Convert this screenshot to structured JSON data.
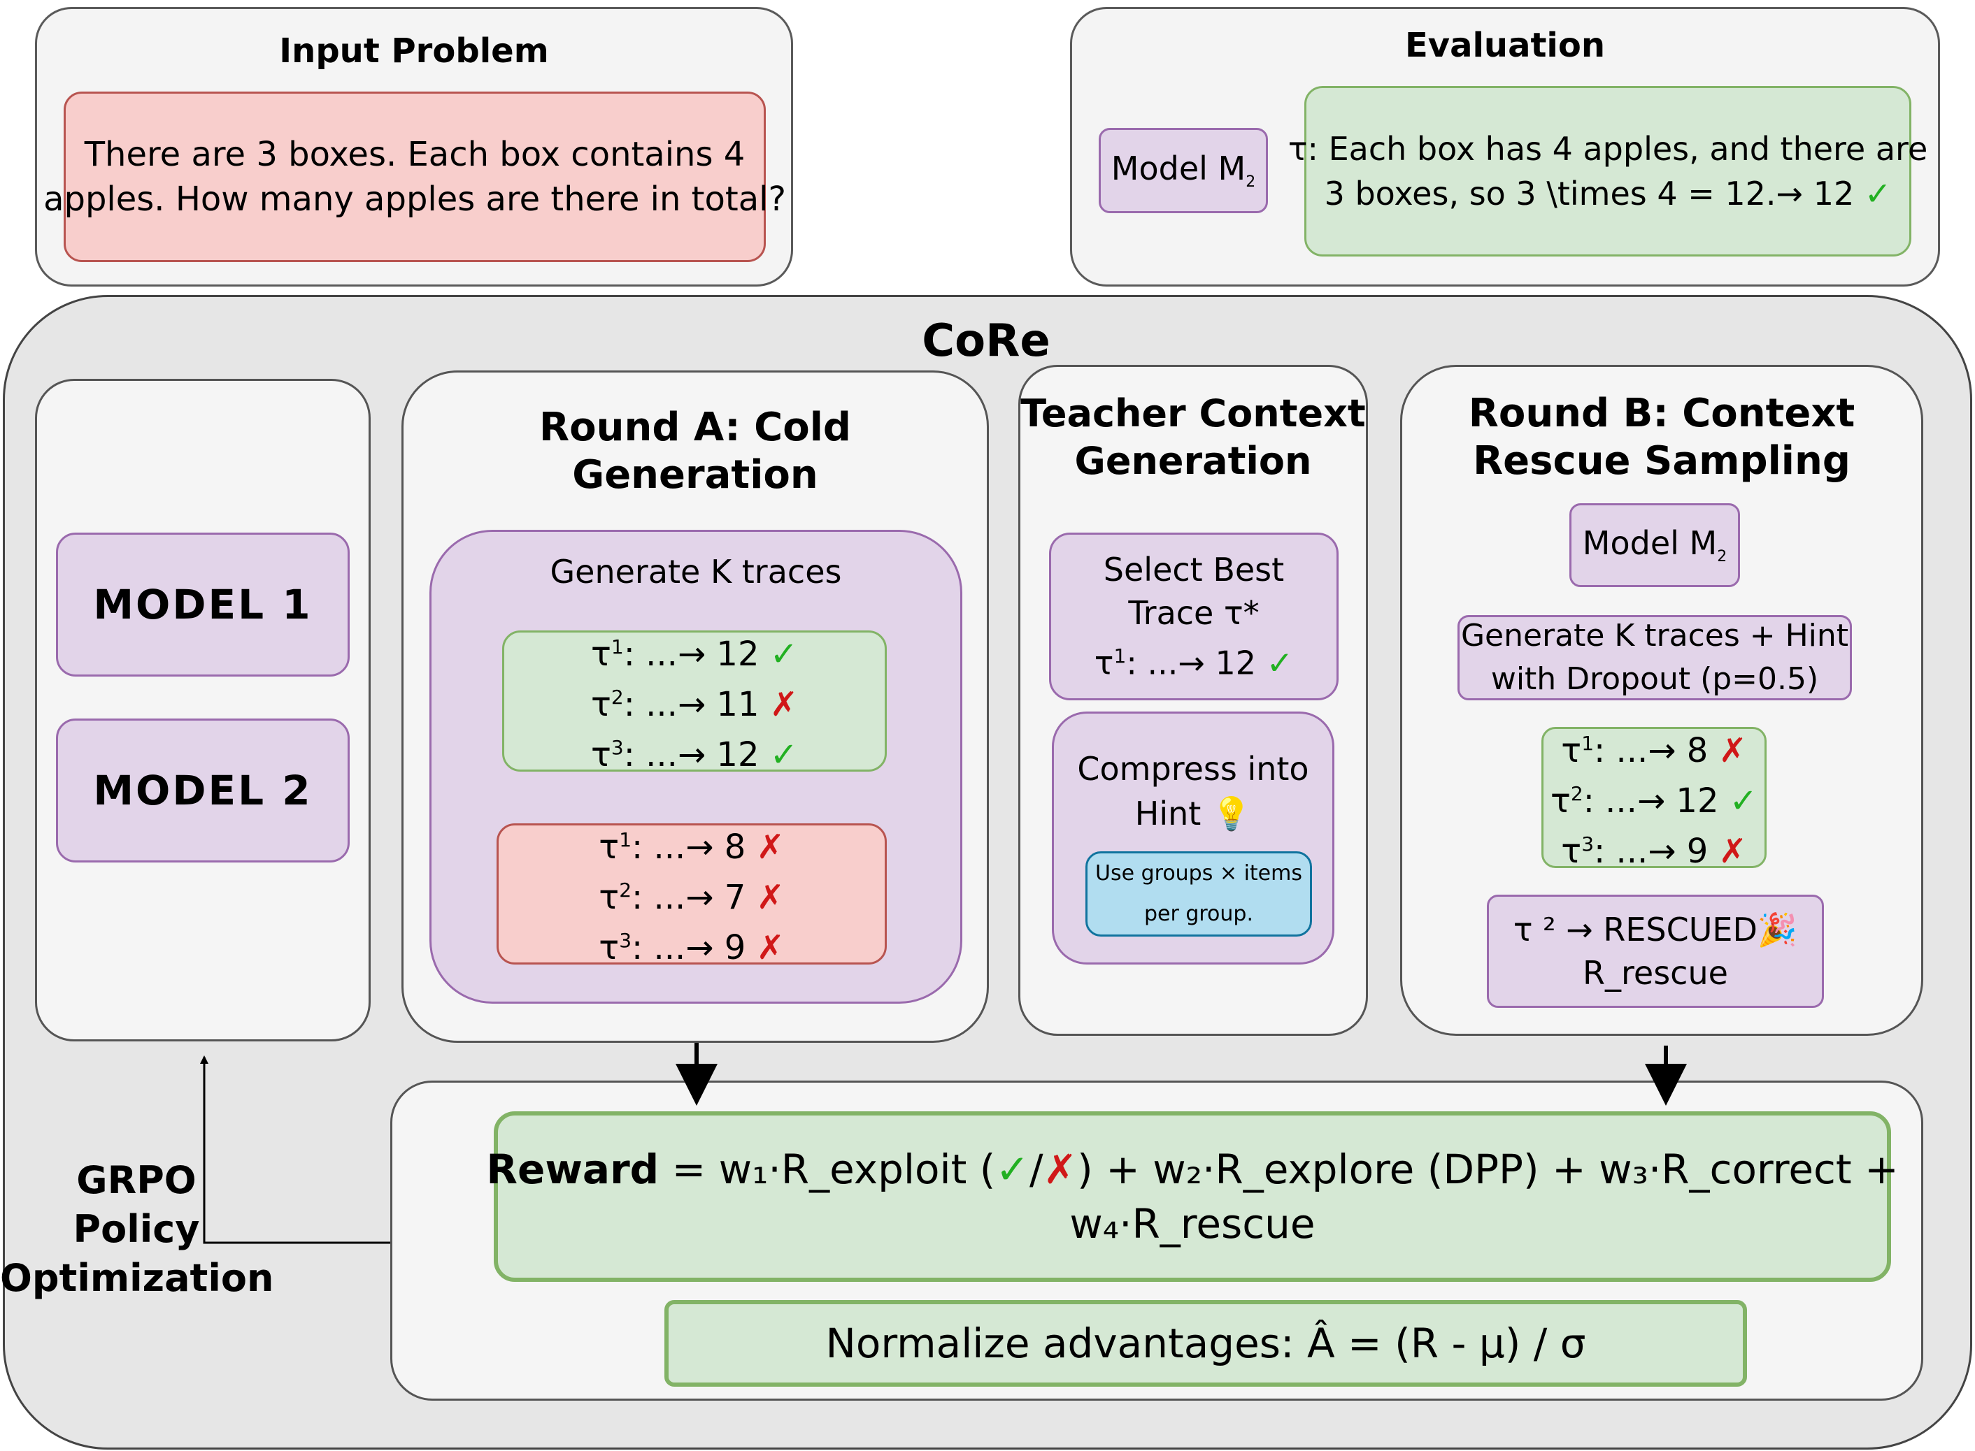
{
  "input_problem": {
    "title": "Input Problem",
    "lines": [
      "There are 3 boxes. Each box contains 4",
      "apples. How many apples are there in total?"
    ]
  },
  "evaluation": {
    "title": "Evaluation",
    "model_label": "Model M",
    "model_sub": "2",
    "trace_line1": "τ: Each box has 4 apples, and there are",
    "trace_line2": "3 boxes, so 3 \\times 4 = 12.→ 12",
    "trace_mark": "✓"
  },
  "core": {
    "title": "CoRe",
    "models": [
      "MODEL 1",
      "MODEL 2"
    ],
    "round_a": {
      "title_lines": [
        "Round A: Cold",
        "Generation"
      ],
      "generate_label": "Generate K traces",
      "correct_traces": [
        {
          "tau": "τ",
          "sup": "1",
          "text": ": ...→ 12",
          "mark": "✓",
          "ok": true
        },
        {
          "tau": "τ",
          "sup": "2",
          "text": ": ...→ 11",
          "mark": "✗",
          "ok": false
        },
        {
          "tau": "τ",
          "sup": "3",
          "text": ": ...→ 12",
          "mark": "✓",
          "ok": true
        }
      ],
      "wrong_traces": [
        {
          "tau": "τ",
          "sup": "1",
          "text": ": ...→ 8",
          "mark": "✗",
          "ok": false
        },
        {
          "tau": "τ",
          "sup": "2",
          "text": ": ...→ 7",
          "mark": "✗",
          "ok": false
        },
        {
          "tau": "τ",
          "sup": "3",
          "text": ": ...→ 9",
          "mark": "✗",
          "ok": false
        }
      ]
    },
    "teacher": {
      "title_lines": [
        "Teacher Context",
        "Generation"
      ],
      "select_lines": [
        "Select Best",
        "Trace τ*"
      ],
      "select_trace": {
        "tau": "τ",
        "sup": "1",
        "text": ": ...→ 12",
        "mark": "✓"
      },
      "compress_lines": [
        "Compress into",
        "Hint 💡"
      ],
      "hint_lines": [
        "Use groups × items",
        "per group."
      ]
    },
    "round_b": {
      "title_lines": [
        "Round B: Context",
        "Rescue Sampling"
      ],
      "model_label": "Model M",
      "model_sub": "2",
      "generate_lines": [
        "Generate K traces + Hint",
        "with Dropout (p=0.5)"
      ],
      "traces": [
        {
          "tau": "τ",
          "sup": "1",
          "text": ": ...→ 8",
          "mark": "✗",
          "ok": false
        },
        {
          "tau": "τ",
          "sup": "2",
          "text": ": ...→ 12",
          "mark": "✓",
          "ok": true
        },
        {
          "tau": "τ",
          "sup": "3",
          "text": ": ...→ 9",
          "mark": "✗",
          "ok": false
        }
      ],
      "rescued_line1": "τ ² → RESCUED🎉",
      "rescued_line2": "R_rescue"
    },
    "reward": {
      "label": "Reward",
      "eq_part1": " = w₁·R_exploit (",
      "tick": "✓",
      "slash": "/",
      "cross": "✗",
      "eq_part2": ") + w₂·R_explore (DPP) + w₃·R_correct +",
      "line2": "w₄·R_rescue"
    },
    "normalize": "Normalize advantages: Â = (R - μ) / σ",
    "grpo_lines": [
      "GRPO",
      "Policy",
      "Optimization"
    ]
  },
  "colors": {
    "purple_fill": "#e2d4e9",
    "purple_border": "#9a6aad",
    "green_fill": "#d5e8d4",
    "green_border": "#82b366",
    "red_fill": "#f8cecc",
    "red_border": "#b85450",
    "blue_fill": "#b1ddf0",
    "blue_border": "#10739e",
    "tick": "#22b022",
    "cross": "#d01818"
  }
}
